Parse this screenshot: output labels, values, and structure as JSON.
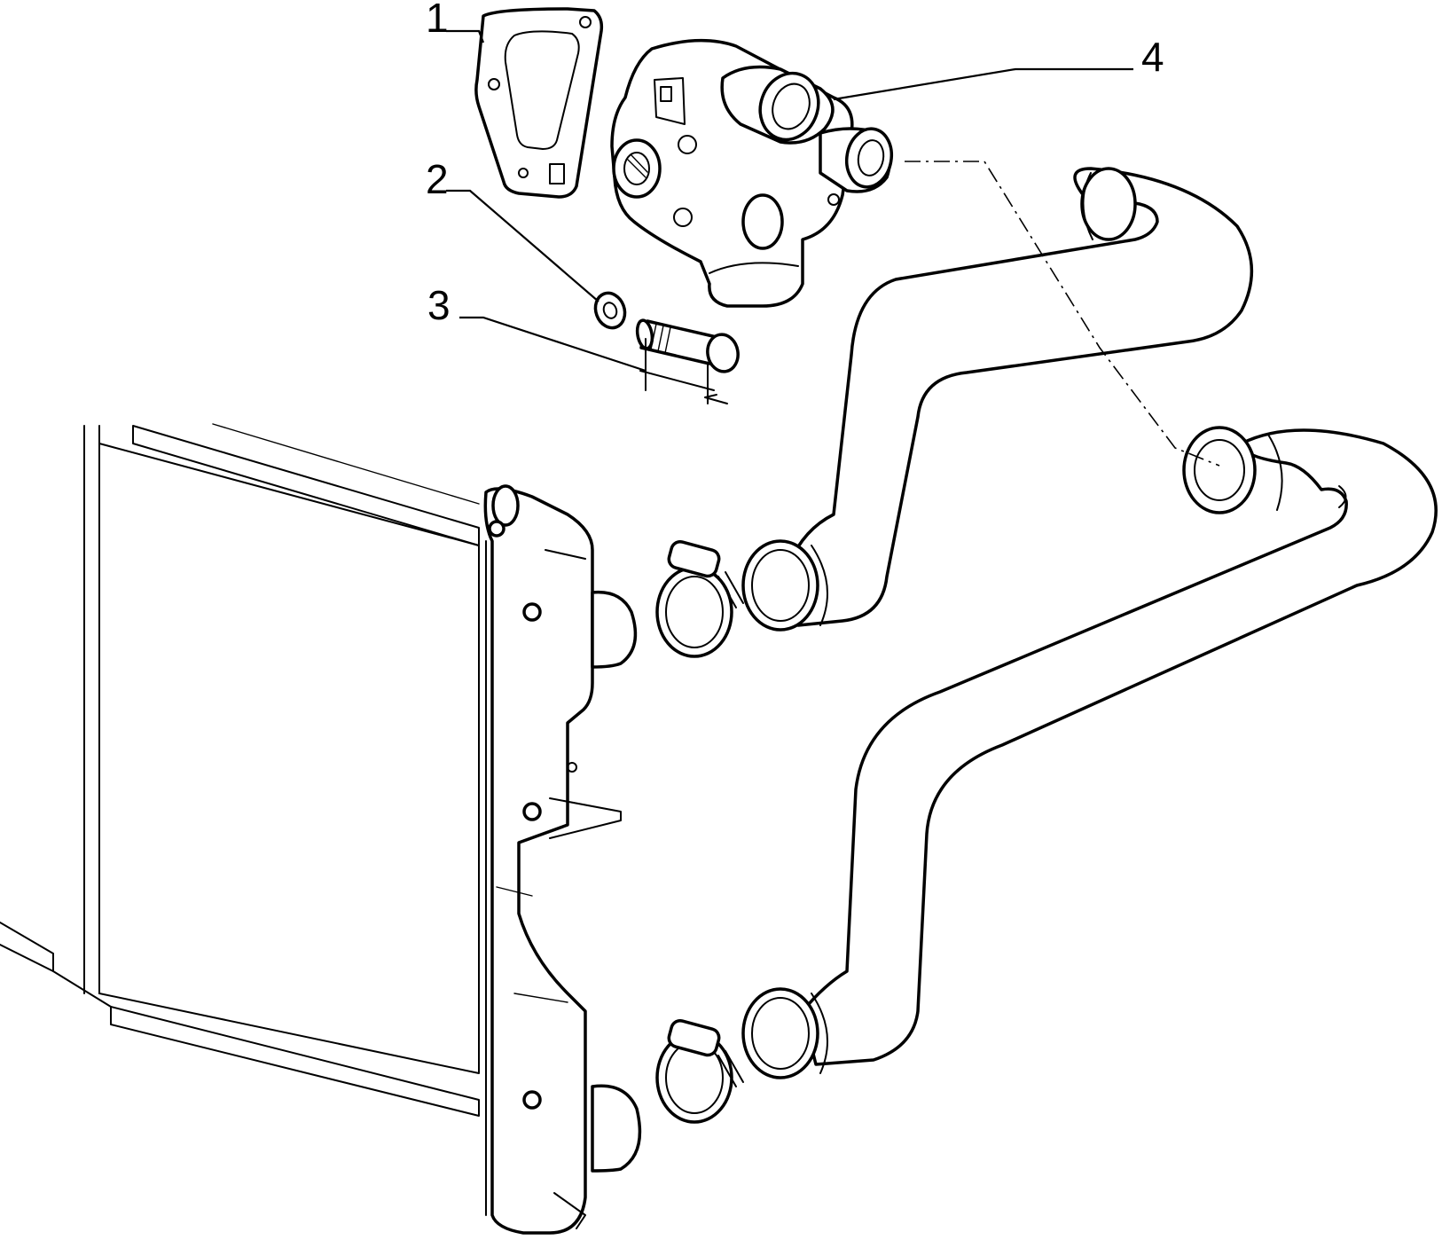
{
  "callouts": [
    {
      "id": "1",
      "label": "1",
      "part": "thermostat-housing-gasket"
    },
    {
      "id": "2",
      "label": "2",
      "part": "sealing-washer"
    },
    {
      "id": "3",
      "label": "3",
      "part": "hollow-bolt"
    },
    {
      "id": "4",
      "label": "4",
      "part": "thermostat-housing"
    }
  ],
  "colors": {
    "line": "#000000",
    "background": "#ffffff"
  }
}
